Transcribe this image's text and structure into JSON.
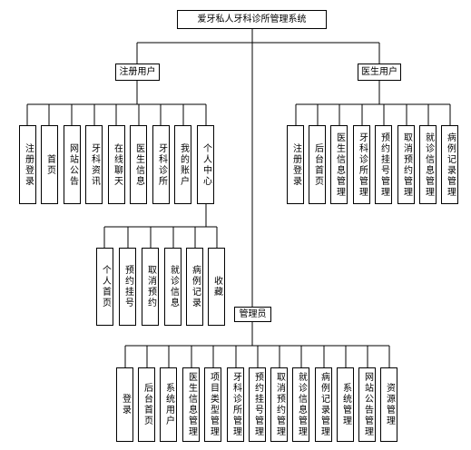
{
  "root": "爱牙私人牙科诊所管理系统",
  "registered_user": {
    "label": "注册用户",
    "items": [
      "注册登录",
      "首页",
      "网站公告",
      "牙科资讯",
      "在线聊天",
      "医生信息",
      "牙科诊所",
      "我的账户",
      "个人中心"
    ]
  },
  "personal_center": {
    "items": [
      "个人首页",
      "预约挂号",
      "取消预约",
      "就诊信息",
      "病例记录",
      "收藏"
    ]
  },
  "doctor_user": {
    "label": "医生用户",
    "items": [
      "注册登录",
      "后台首页",
      "医生信息管理",
      "牙科诊所管理",
      "预约挂号管理",
      "取消预约管理",
      "就诊信息管理",
      "病例记录管理"
    ]
  },
  "admin": {
    "label": "管理员",
    "items": [
      "登录",
      "后台首页",
      "系统用户",
      "医生信息管理",
      "项目类型管理",
      "牙科诊所管理",
      "预约挂号管理",
      "取消预约管理",
      "就诊信息管理",
      "病例记录管理",
      "系统管理",
      "网站公告管理",
      "资源管理"
    ]
  }
}
